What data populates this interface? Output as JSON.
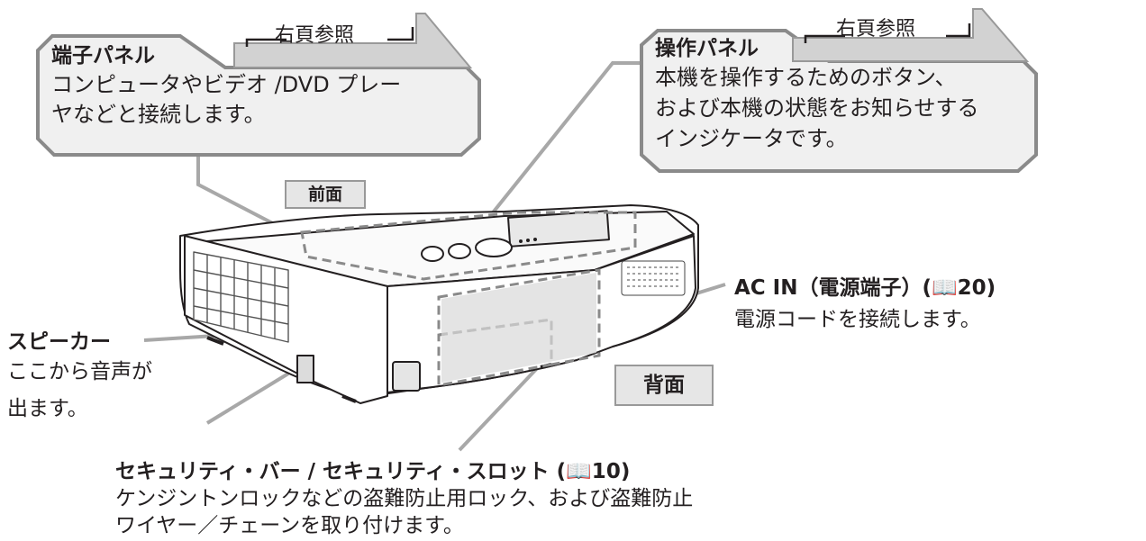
{
  "colors": {
    "callout_fill": "#f0f0f0",
    "callout_border": "#8a8a8a",
    "tab_arrow_fill": "#d2d2d2",
    "tag_fill": "#e6e6e6",
    "leader_line": "#a8a8a8",
    "text": "#231f20"
  },
  "callout_terminal": {
    "title": "端子パネル",
    "tab": "右頁参照",
    "lines": [
      "コンピュータやビデオ /DVD プレー",
      "ヤなどと接続します。"
    ]
  },
  "callout_control": {
    "title": "操作パネル",
    "tab": "右頁参照",
    "lines": [
      "本機を操作するためのボタン、",
      "および本機の状態をお知らせする",
      "インジケータです。"
    ]
  },
  "tags": {
    "front": "前面",
    "back": "背面"
  },
  "ac_in": {
    "title": "AC IN（電源端子）(📖20)",
    "body": "電源コードを接続します。"
  },
  "speaker": {
    "title": "スピーカー",
    "lines": [
      "ここから音声が",
      "出ます。"
    ]
  },
  "security": {
    "title": "セキュリティ・バー / セキュリティ・スロット (📖10)",
    "lines": [
      "ケンジントンロックなどの盗難防止用ロック、および盗難防止",
      "ワイヤー／チェーンを取り付けます。"
    ]
  }
}
